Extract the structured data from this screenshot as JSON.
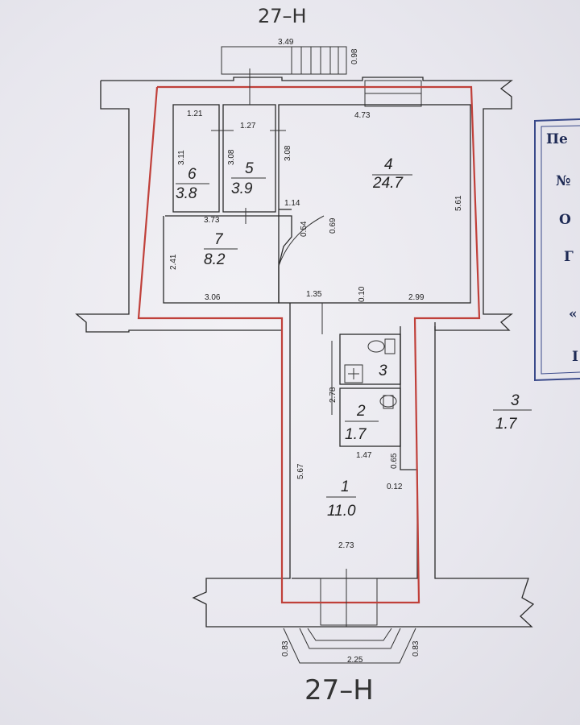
{
  "axis_labels": {
    "top": "27–H",
    "bottom": "27–H"
  },
  "rooms": [
    {
      "id": "1",
      "area": "11.0"
    },
    {
      "id": "2",
      "area": "1.7"
    },
    {
      "id": "3",
      "area": ""
    },
    {
      "id": "4",
      "area": "24.7"
    },
    {
      "id": "5",
      "area": "3.9"
    },
    {
      "id": "6",
      "area": "3.8"
    },
    {
      "id": "7",
      "area": "8.2"
    }
  ],
  "outside_room": {
    "id": "3",
    "area": "1.7"
  },
  "dimensions": [
    "3.49",
    "0.98",
    "1.21",
    "1.27",
    "4.73",
    "3.11",
    "3.08",
    "3.08",
    "5.61",
    "1.14",
    "0.69",
    "0.54",
    "3.73",
    "2.41",
    "3.06",
    "1.35",
    "0.10",
    "2.99",
    "2.78",
    "5.67",
    "1.47",
    "0.65",
    "0.12",
    "2.73",
    "0.83",
    "2.25",
    "0.83"
  ],
  "stamp_fragments": [
    "Пе",
    "№",
    "О",
    "Г",
    "«",
    "I"
  ],
  "colors": {
    "outline": "#c0403a",
    "stamp": "#3a4a8a",
    "line": "#2a2a2a"
  }
}
